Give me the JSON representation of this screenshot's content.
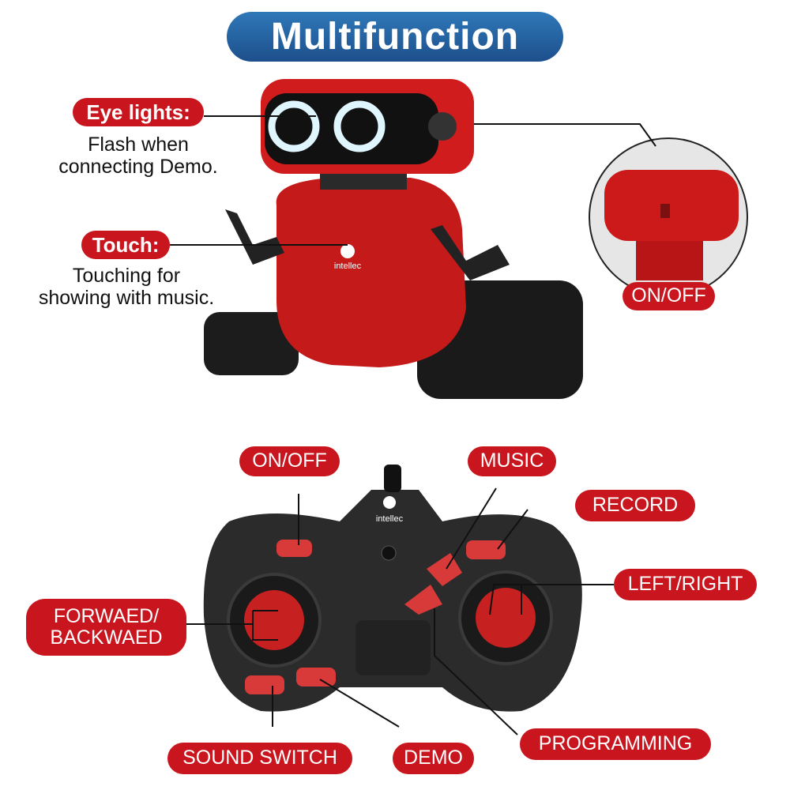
{
  "title": "Multifunction",
  "robot": {
    "eye_lights": {
      "label": "Eye lights:",
      "desc_line1": "Flash when",
      "desc_line2": "connecting Demo."
    },
    "touch": {
      "label": "Touch:",
      "desc_line1": "Touching for",
      "desc_line2": "showing with music."
    },
    "inset_label": "ON/OFF",
    "brand": "intellec"
  },
  "controller": {
    "brand": "intellec",
    "labels": {
      "on_off": "ON/OFF",
      "music": "MUSIC",
      "record": "RECORD",
      "left_right": "LEFT/RIGHT",
      "forward_line1": "FORWAED/",
      "forward_line2": "BACKWAED",
      "sound_switch": "SOUND SWITCH",
      "demo": "DEMO",
      "programming": "PROGRAMMING"
    }
  },
  "colors": {
    "accent_red": "#c9151e",
    "title_blue": "#1d4f8c"
  }
}
